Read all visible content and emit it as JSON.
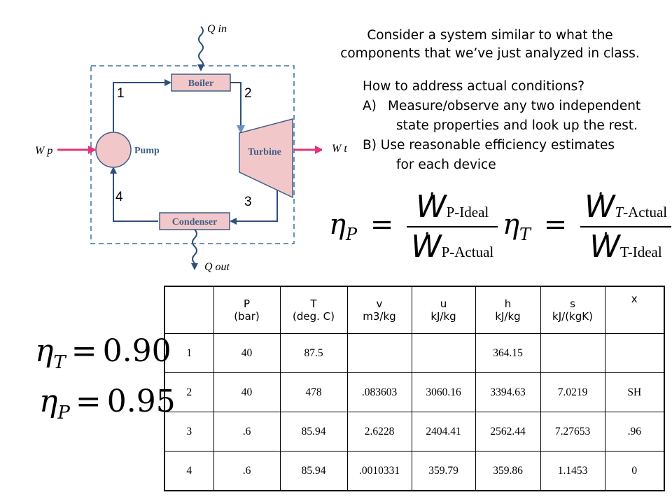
{
  "diagram": {
    "q_in_label": "Q in",
    "q_out_label": "Q out",
    "boiler_label": "Boiler",
    "turbine_label": "Turbine",
    "pump_label": "Pump",
    "condenser_label": "Condenser",
    "w_p_label": "W p",
    "w_t_label": "W t",
    "state_labels": [
      "1",
      "2",
      "3",
      "4"
    ],
    "colors": {
      "component_fill": "#f2c7c9",
      "component_stroke": "#3f5f86",
      "pipe": "#2d4f7c",
      "work_arrow": "#e0367b",
      "boundary": "#3f6fa3"
    }
  },
  "intro_lines": [
    "Consider a system similar to what the",
    "components that we’ve just analyzed in class."
  ],
  "approach": {
    "question": "How to address actual conditions?",
    "a_marker": "A)",
    "a_line1": "Measure/observe any two independent",
    "a_line2": "state properties and look up the rest.",
    "b_line1": "B) Use reasonable efficiency estimates",
    "b_line2": "for each device"
  },
  "equations": {
    "eta_p_sub": "P",
    "eta_t_sub": "T",
    "pump_num_sub": "P-Ideal",
    "pump_den_sub": "P-Actual",
    "turbine_num_sub_T": "T",
    "turbine_num_sub_rest": "-Actual",
    "turbine_den_sub": "T-Ideal",
    "eta_t_value_sub": "T",
    "eta_t_value": "0.90",
    "eta_p_value_sub": "P",
    "eta_p_value": "0.95"
  },
  "table": {
    "headers": [
      {
        "name": "",
        "unit": ""
      },
      {
        "name": "P",
        "unit": "(bar)"
      },
      {
        "name": "T",
        "unit": "(deg. C)"
      },
      {
        "name": "v",
        "unit": "m3/kg"
      },
      {
        "name": "u",
        "unit": "kJ/kg"
      },
      {
        "name": "h",
        "unit": "kJ/kg"
      },
      {
        "name": "s",
        "unit": "kJ/(kgK)"
      },
      {
        "name": "x",
        "unit": ""
      }
    ],
    "rows": [
      [
        "1",
        "40",
        "87.5",
        "",
        "",
        "364.15",
        "",
        ""
      ],
      [
        "2",
        "40",
        "478",
        ".083603",
        "3060.16",
        "3394.63",
        "7.0219",
        "SH"
      ],
      [
        "3",
        ".6",
        "85.94",
        "2.6228",
        "2404.41",
        "2562.44",
        "7.27653",
        ".96"
      ],
      [
        "4",
        ".6",
        "85.94",
        ".0010331",
        "359.79",
        "359.86",
        "1.1453",
        "0"
      ]
    ]
  }
}
